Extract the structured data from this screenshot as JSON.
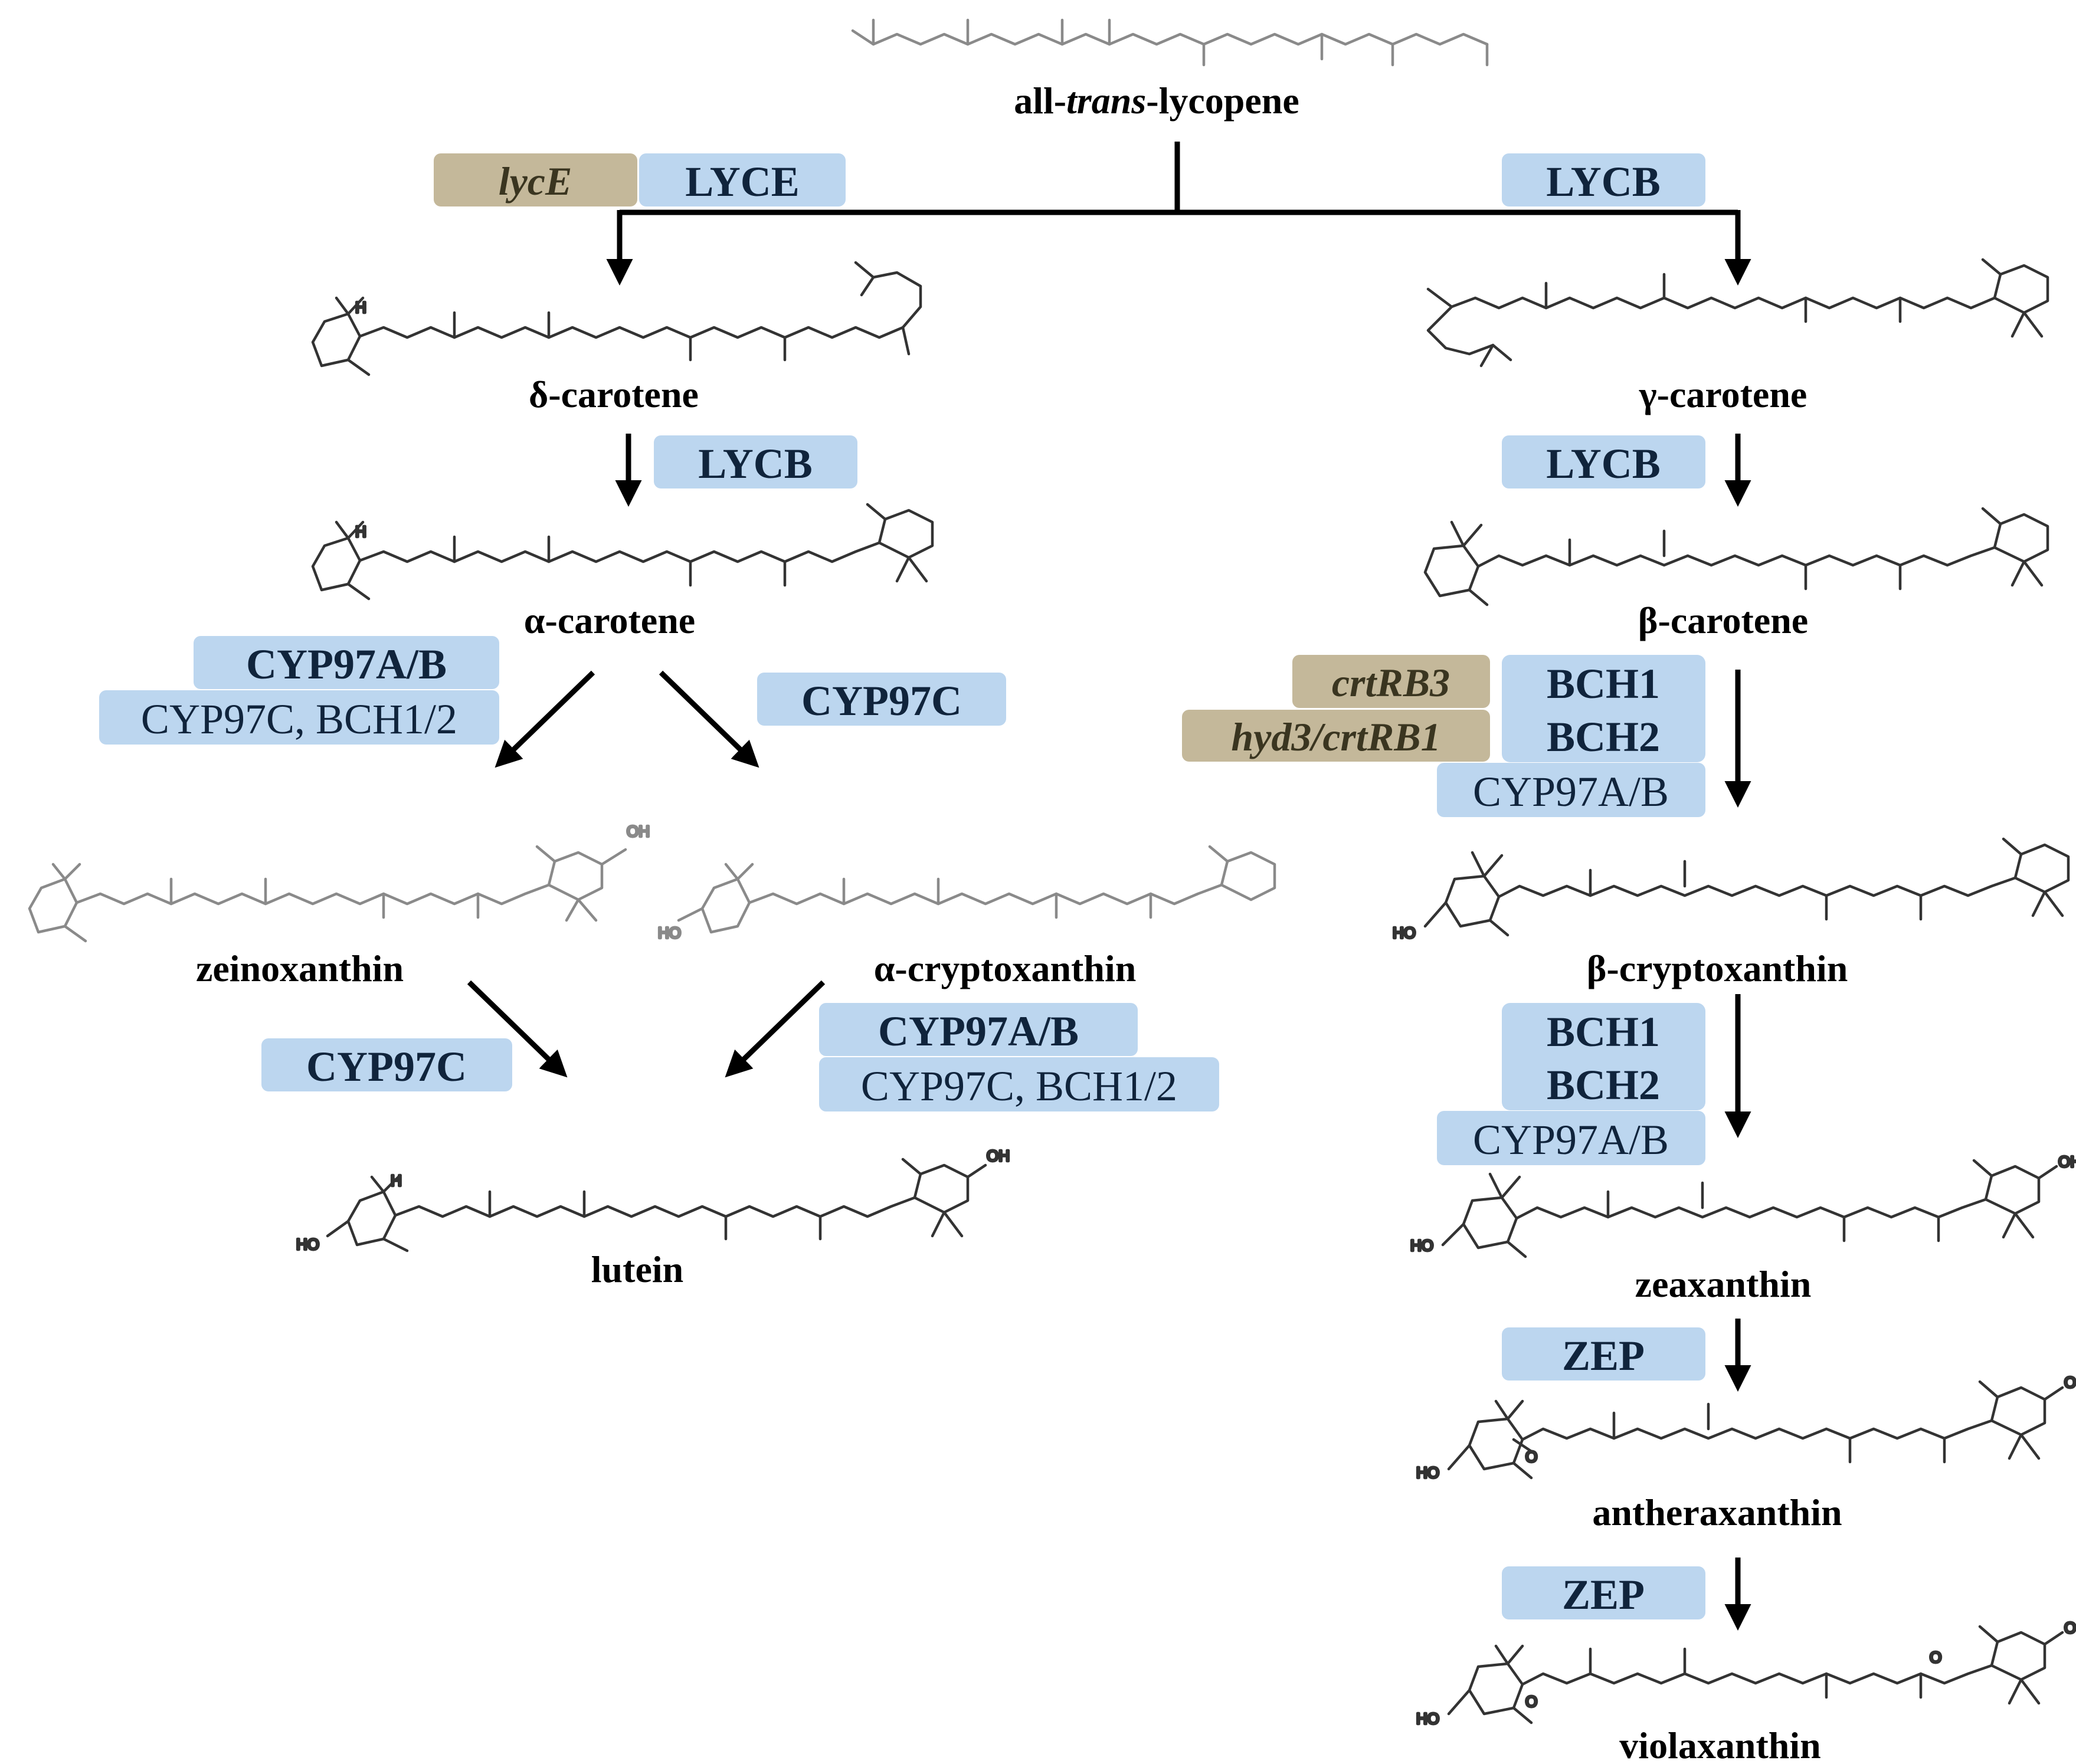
{
  "compounds": {
    "lycopene_prefix": "all-",
    "lycopene_italic": "trans",
    "lycopene_suffix": "-lycopene",
    "delta_carotene": "δ-carotene",
    "gamma_carotene": "γ-carotene",
    "alpha_carotene": "α-carotene",
    "beta_carotene": "β-carotene",
    "zeinoxanthin": "zeinoxanthin",
    "alpha_cryptoxanthin": "α-cryptoxanthin",
    "beta_cryptoxanthin": "β-cryptoxanthin",
    "lutein": "lutein",
    "zeaxanthin": "zeaxanthin",
    "antheraxanthin": "antheraxanthin",
    "violaxanthin": "violaxanthin"
  },
  "enzymes": {
    "lyce": "LYCE",
    "lycb_top": "LYCB",
    "lycb_delta": "LYCB",
    "lycb_gamma": "LYCB",
    "cyp97ab_alpha": "CYP97A/B",
    "cyp97c_bch12_alpha": "CYP97C, BCH1/2",
    "cyp97c_alpha": "CYP97C",
    "bch1_beta": "BCH1",
    "bch2_beta": "BCH2",
    "cyp97ab_beta": "CYP97A/B",
    "cyp97c_zein": "CYP97C",
    "cyp97ab_acrypto": "CYP97A/B",
    "cyp97c_bch12_acrypto": "CYP97C, BCH1/2",
    "bch1_bcrypto": "BCH1",
    "bch2_bcrypto": "BCH2",
    "cyp97ab_bcrypto": "CYP97A/B",
    "zep_zea": "ZEP",
    "zep_anth": "ZEP"
  },
  "genes": {
    "lyce": "lycE",
    "crtrb3": "crtRB3",
    "hyd3_crtrb1": "hyd3/crtRB1"
  },
  "structure_labels": {
    "h": "H",
    "oh": "OH",
    "ho": "HO",
    "o": "O"
  },
  "colors": {
    "enzyme_box": "#bcd6ef",
    "gene_box": "#c4b89a"
  }
}
